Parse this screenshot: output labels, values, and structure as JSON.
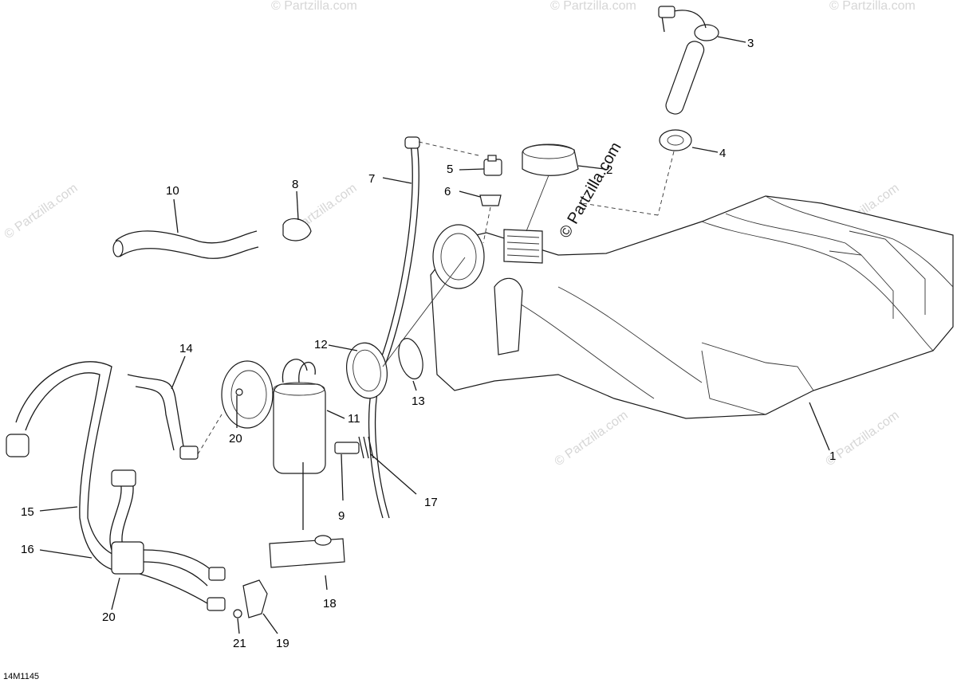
{
  "watermark": {
    "text": "© Partzilla.com"
  },
  "diagram_code": "14M1145",
  "callouts": [
    {
      "id": "1",
      "label": "1"
    },
    {
      "id": "2",
      "label": "2"
    },
    {
      "id": "3",
      "label": "3"
    },
    {
      "id": "4",
      "label": "4"
    },
    {
      "id": "5",
      "label": "5"
    },
    {
      "id": "6",
      "label": "6"
    },
    {
      "id": "7",
      "label": "7"
    },
    {
      "id": "8",
      "label": "8"
    },
    {
      "id": "9",
      "label": "9"
    },
    {
      "id": "10",
      "label": "10"
    },
    {
      "id": "11",
      "label": "11"
    },
    {
      "id": "12",
      "label": "12"
    },
    {
      "id": "13",
      "label": "13"
    },
    {
      "id": "14",
      "label": "14"
    },
    {
      "id": "15",
      "label": "15"
    },
    {
      "id": "16",
      "label": "16"
    },
    {
      "id": "17",
      "label": "17"
    },
    {
      "id": "18",
      "label": "18"
    },
    {
      "id": "19",
      "label": "19"
    },
    {
      "id": "20a",
      "label": "20"
    },
    {
      "id": "20b",
      "label": "20"
    },
    {
      "id": "21",
      "label": "21"
    }
  ]
}
